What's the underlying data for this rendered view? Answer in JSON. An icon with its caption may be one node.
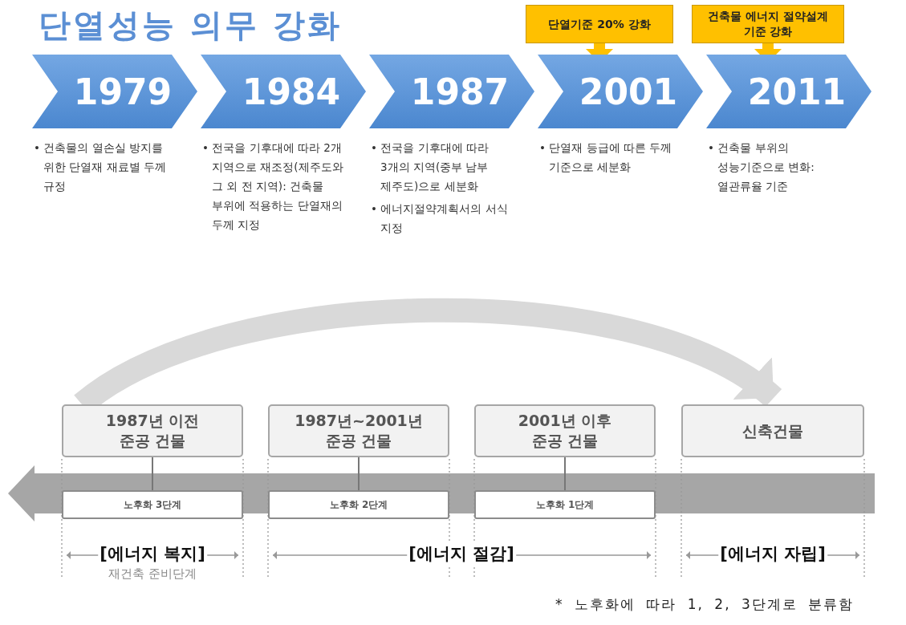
{
  "diagram": {
    "title": "단열성능 의무 강화",
    "nodes": [
      {
        "text": [
          "1979"
        ],
        "beside": [
          "• 건축물의 열손실 방지를 위한 단열재 재료별 두께 규정"
        ]
      },
      {
        "text": [
          "1984"
        ],
        "beside": [
          "• 전국을 기후대에 따라 2개 지역으로 재조정(제주도와 그 외 전 지역): 건축물 부위에 적용하는 단열재의 두께 지정"
        ]
      },
      {
        "text": [
          "1987"
        ],
        "beside": [
          "• 전국을 기후대에 따라 3개의 지역(중부 남부 제주도)으로 세분화",
          "• 에너지절약계획서의 서식 지정"
        ]
      },
      {
        "text": [
          "2001"
        ],
        "beside": [
          "• 단열재 등급에 따른 두께 기준으로 세분화"
        ]
      },
      {
        "text": [
          "2011"
        ],
        "beside": [
          "• 건축물 부위의 성능기준으로 변화: 열관류율 기준"
        ]
      },
      {
        "text": [
          "단열기준 20% 강화"
        ]
      },
      {
        "text": [
          "건축물 에너지 절약설계 기준 강화"
        ]
      },
      {
        "text": [
          "1987년 이전 준공 건물"
        ]
      },
      {
        "text": [
          "1987년~2001년 준공 건물"
        ]
      },
      {
        "text": [
          "2001년 이후 준공 건물"
        ]
      },
      {
        "text": [
          "신축건물"
        ]
      },
      {
        "text": [
          "노후화 3단계"
        ]
      },
      {
        "text": [
          "노후화 2단계"
        ]
      },
      {
        "text": [
          "노후화 1단계"
        ]
      }
    ],
    "edges": [
      {
        "from": 5,
        "to": 3,
        "arrow": "to",
        "style": "thick",
        "color": "#ffc000"
      },
      {
        "from": 6,
        "to": 4,
        "arrow": "to",
        "style": "thick",
        "color": "#ffc000"
      },
      {
        "from": 7,
        "to": 10,
        "arrow": "to",
        "style": "thick",
        "color": "#d9d9d9"
      },
      {
        "from": 7,
        "to": 11,
        "arrow": "none"
      },
      {
        "from": 8,
        "to": 12,
        "arrow": "none"
      },
      {
        "from": 9,
        "to": 13,
        "arrow": "none"
      }
    ],
    "labels": [
      "[에너지 복지]",
      "재건축 준비단계",
      "[에너지 절감]",
      "[에너지 자립]",
      "* 노후화에 따라 1, 2, 3단계로 분류함"
    ]
  }
}
